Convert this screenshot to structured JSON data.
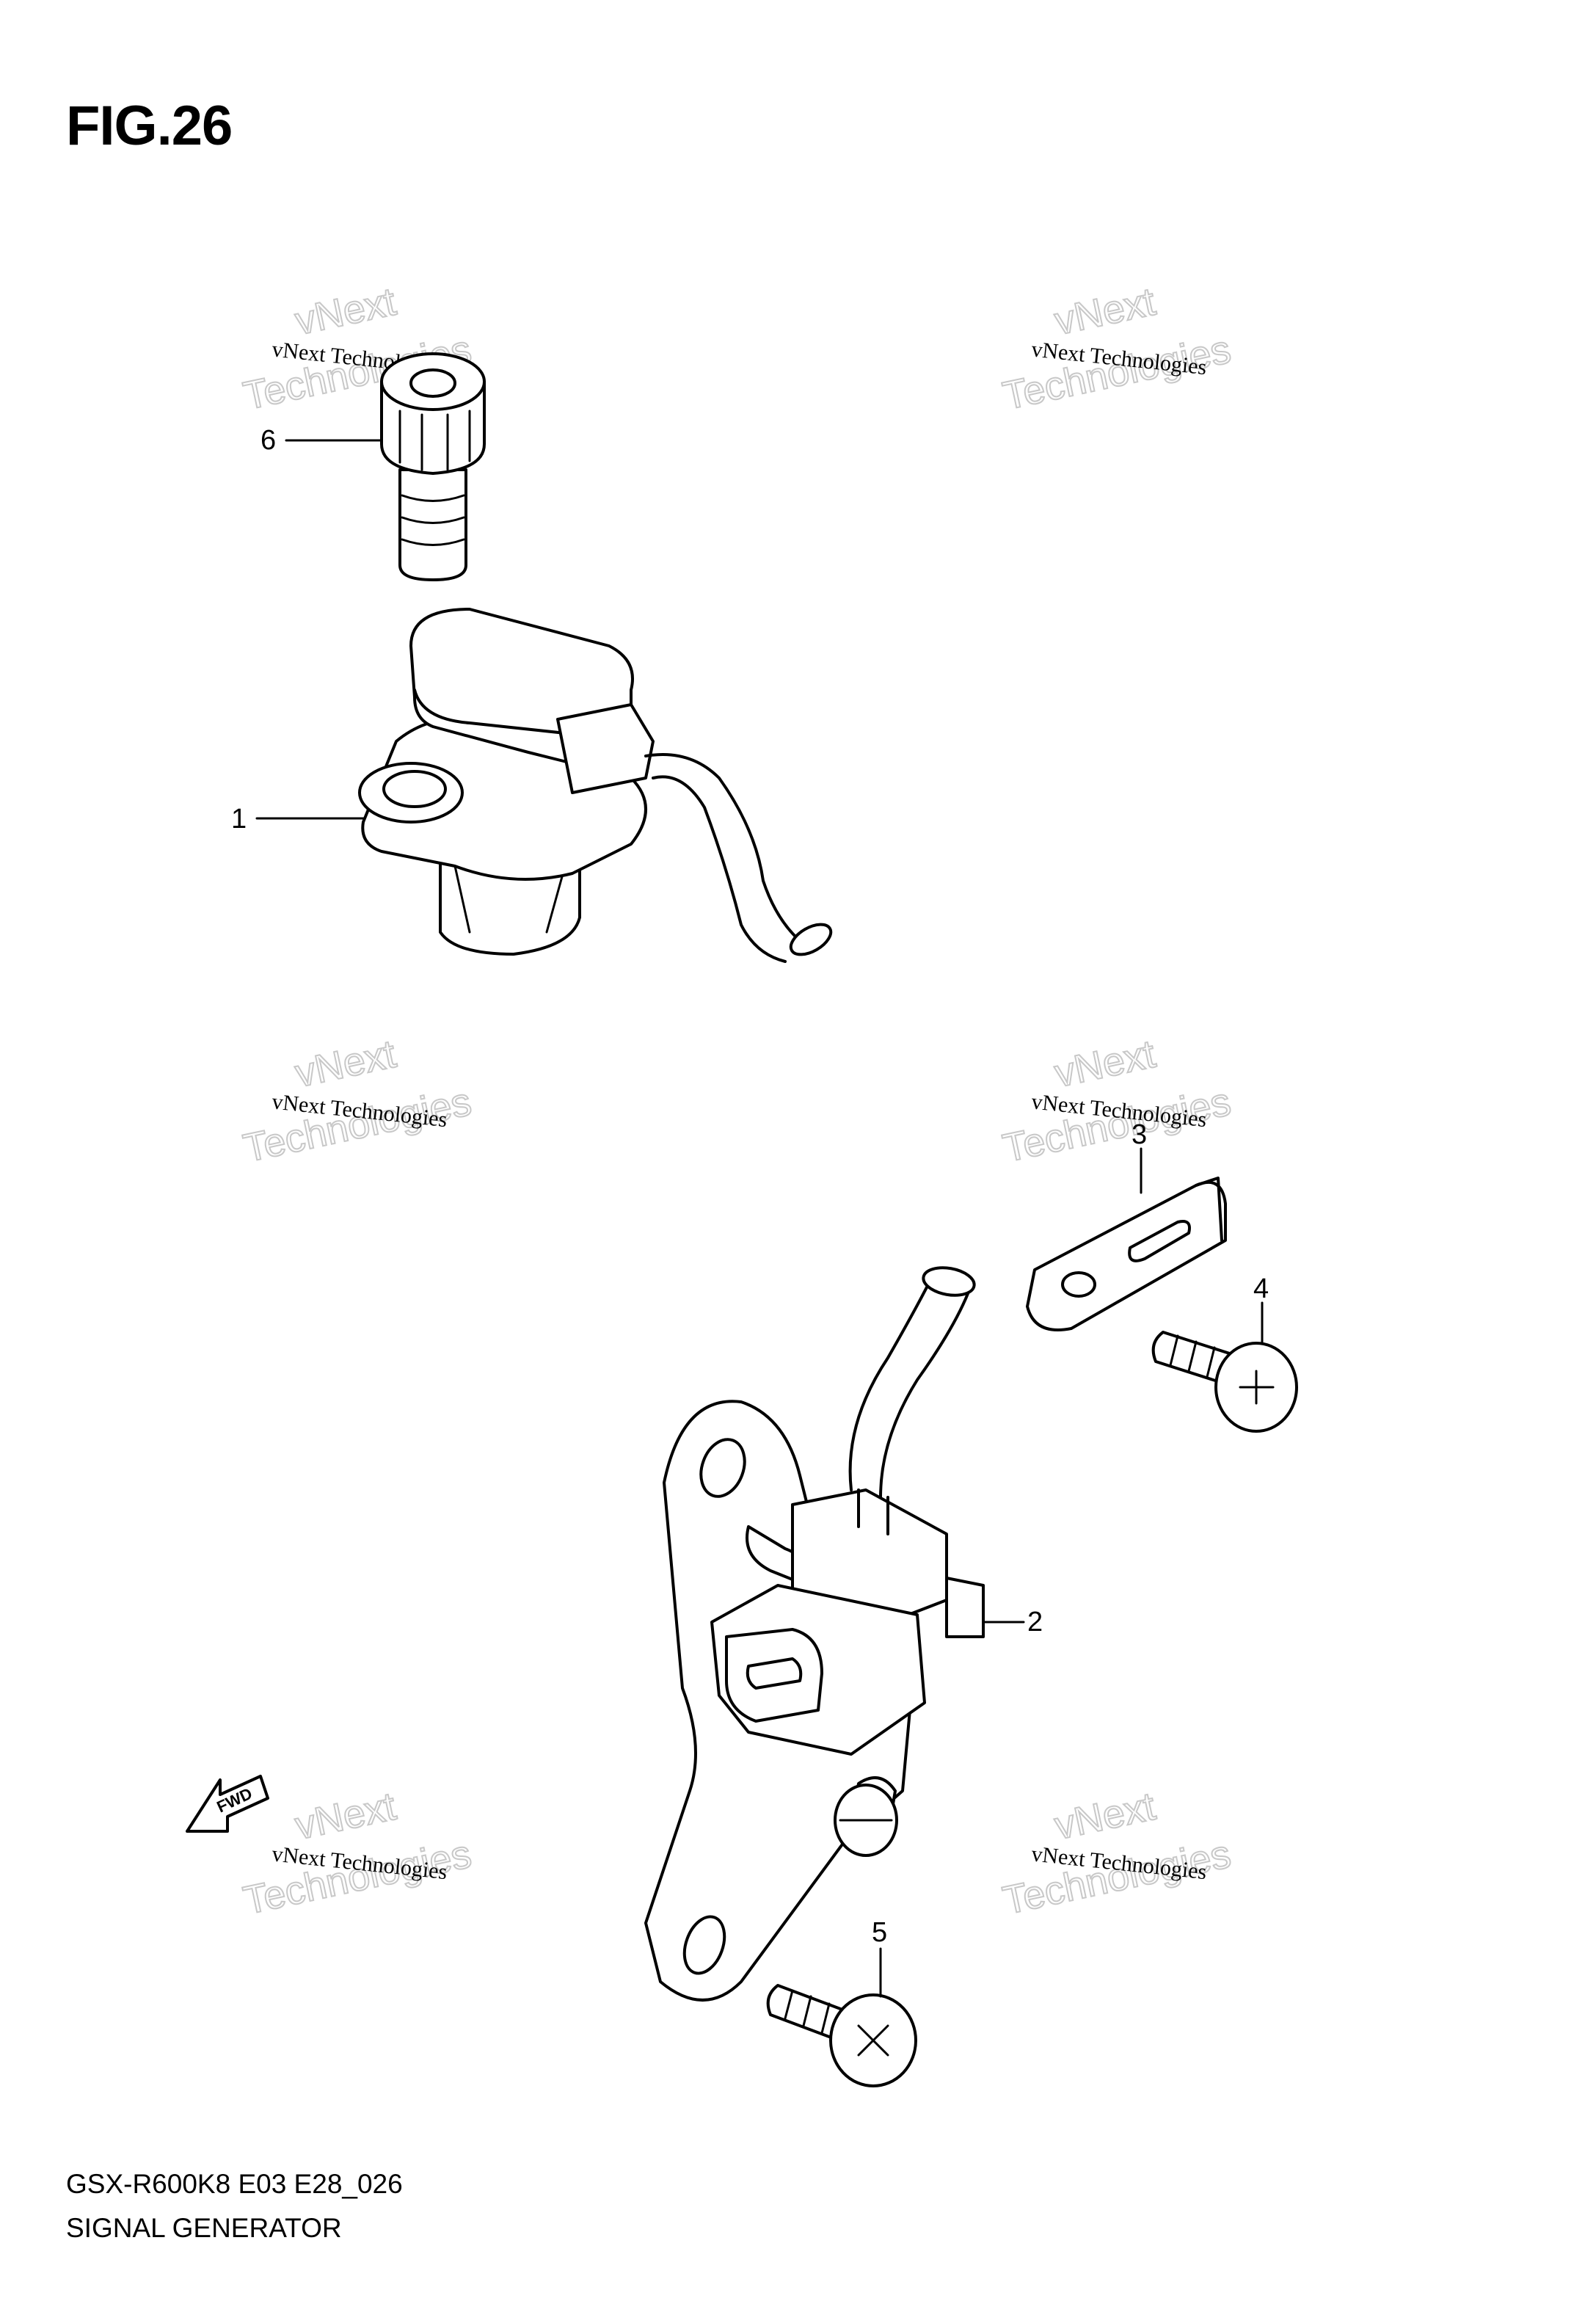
{
  "figure": {
    "title": "FIG.26"
  },
  "footer": {
    "code": "GSX-R600K8 E03 E28_026",
    "name": "SIGNAL GENERATOR"
  },
  "callouts": [
    "1",
    "2",
    "3",
    "4",
    "5",
    "6"
  ],
  "watermark": {
    "line1": "vNext Technologies",
    "line2": "Technologies",
    "line3": "vNext"
  },
  "fwd_label": "FWD"
}
